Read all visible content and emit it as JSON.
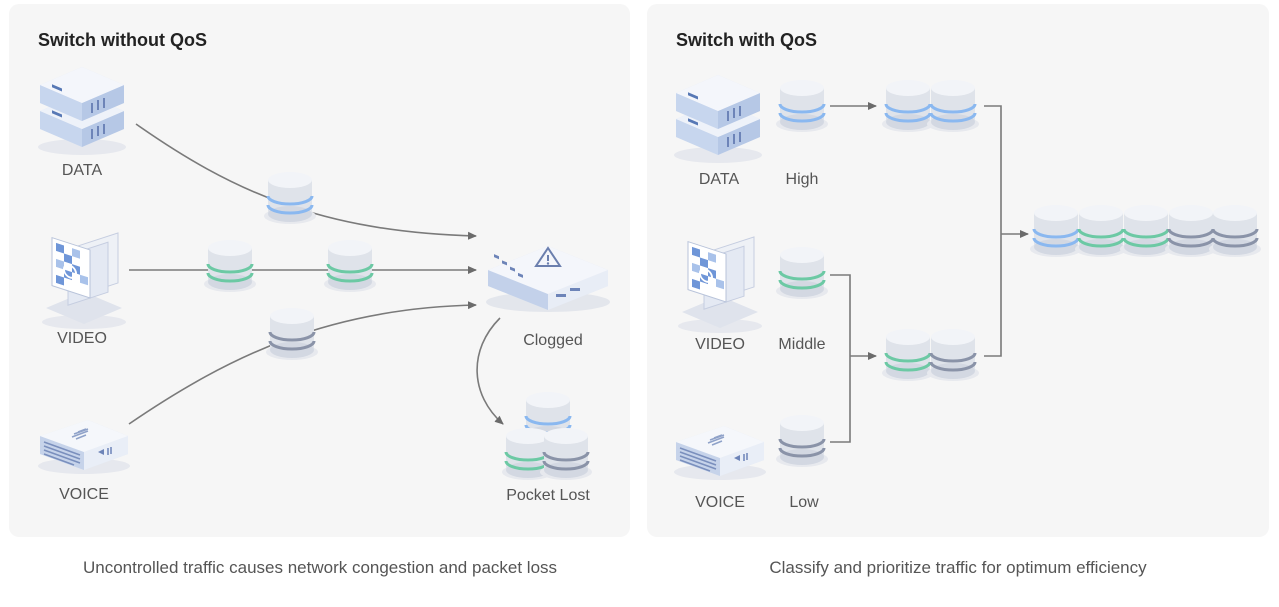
{
  "left": {
    "title": "Switch without QoS",
    "sources": {
      "data": "DATA",
      "video": "VIDEO",
      "voice": "VOICE"
    },
    "switch_label": "Clogged",
    "lost_label": "Pocket Lost",
    "caption": "Uncontrolled traffic causes network congestion and packet loss"
  },
  "right": {
    "title": "Switch with QoS",
    "sources": {
      "data": "DATA",
      "video": "VIDEO",
      "voice": "VOICE"
    },
    "priorities": {
      "high": "High",
      "middle": "Middle",
      "low": "Low"
    },
    "caption": "Classify and prioritize traffic for optimum efficiency"
  },
  "colors": {
    "panel_bg": "#f6f6f6",
    "high": "#8ab8f0",
    "middle": "#6cc9a4",
    "low": "#8a93a8",
    "arrow": "#6b6b6b"
  }
}
